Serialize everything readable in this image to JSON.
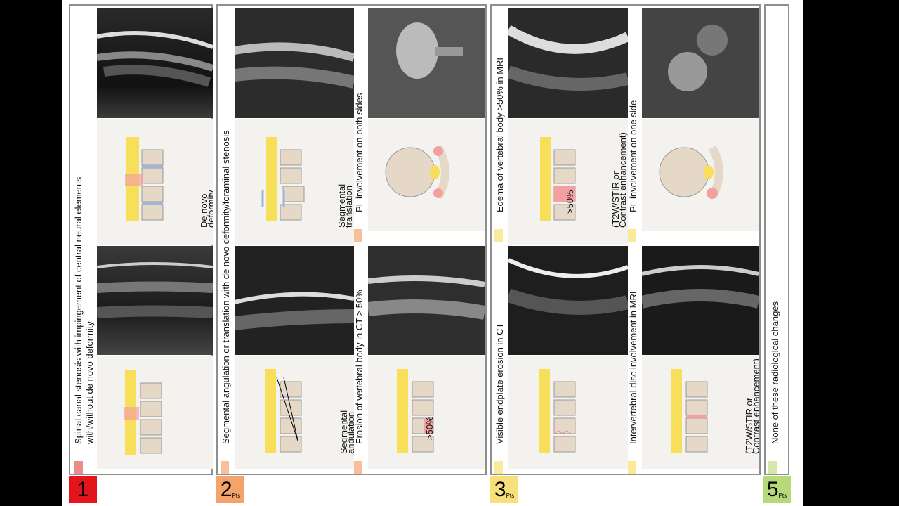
{
  "sections": [
    {
      "number": "1",
      "sub": "",
      "color": "#e3141b",
      "tag_color": "#f08b8b",
      "label": "Spinal canal stenosis with impingement of central neural elements",
      "label2": "with/without de novo deformity",
      "notes": [
        "De novo",
        "deformity"
      ]
    },
    {
      "number": "2",
      "sub": "Pts",
      "color": "#f4a36b",
      "tag_color": "#f8c09a",
      "labels": [
        "Segmental angulation or translation with de novo deformity/foraminal stenosis",
        "Erosion of vertebral body in CT > 50%",
        "PL involvement on both sides"
      ],
      "notes": [
        "Segmental",
        "angulation",
        "Segmental",
        "translation",
        ">50%"
      ]
    },
    {
      "number": "3",
      "sub": "Pts",
      "color": "#f7e07a",
      "tag_color": "#f9ea9c",
      "labels": [
        "Visible endplate erosion in CT",
        "Edema of vertebral body >50% in MRI",
        "Intervertebral disc involvement in MRI",
        "PL involvement on one side"
      ],
      "notes": [
        "(T2W/STIR or",
        "Contrast enhancement)",
        ">50%"
      ]
    },
    {
      "number": "5",
      "sub": "Pts",
      "color": "#b6d97a",
      "tag_color": "#d4e8a8",
      "labels": [
        "None of these radiological changes"
      ]
    }
  ],
  "colors": {
    "yellow": "#f7df5a",
    "bone": "#e5d8c6",
    "disc": "#9cb6d8",
    "red": "#f3a0a0"
  }
}
